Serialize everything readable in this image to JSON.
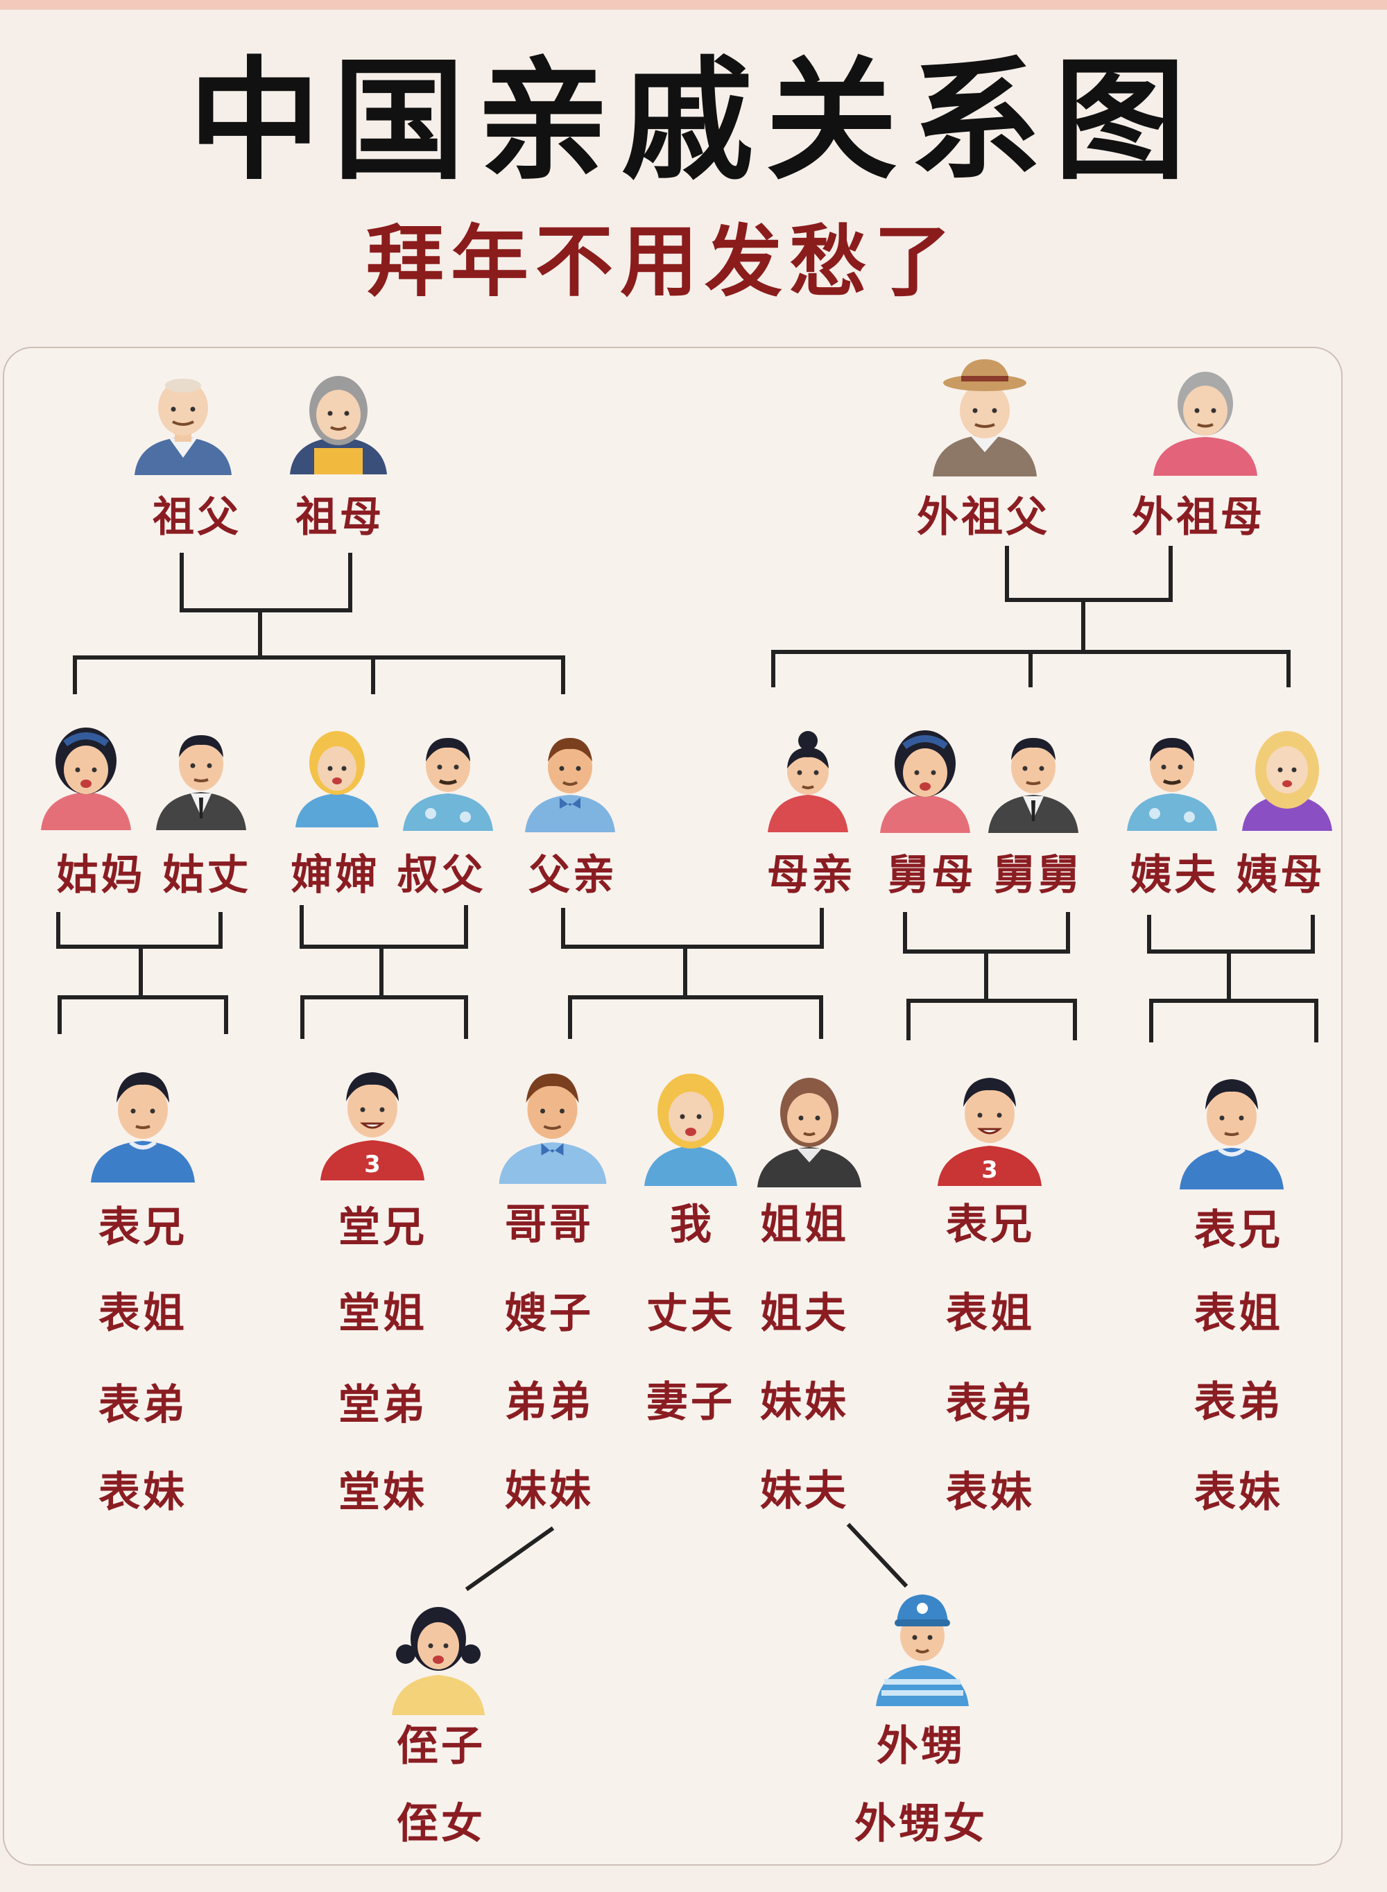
{
  "title": "中国亲戚关系图",
  "subtitle": "拜年不用发愁了",
  "labels": {
    "grandfather": "祖父",
    "grandmother": "祖母",
    "maternal_grandfather": "外祖父",
    "maternal_grandmother": "外祖母",
    "paternal_aunt_pair": "姑妈 姑丈",
    "uncle_pair": "婶婶 叔父",
    "father": "父亲",
    "mother": "母亲",
    "maternal_uncle_pair": "舅母 舅舅",
    "maternal_aunt_pair": "姨夫 姨母",
    "col1": [
      "表兄",
      "表姐",
      "表弟",
      "表妹"
    ],
    "col2": [
      "堂兄",
      "堂姐",
      "堂弟",
      "堂妹"
    ],
    "col3": [
      "哥哥",
      "嫂子",
      "弟弟",
      "妹妹"
    ],
    "col4": [
      "我",
      "丈夫",
      "妻子"
    ],
    "col5": [
      "姐姐",
      "姐夫",
      "妹妹",
      "妹夫"
    ],
    "col6": [
      "表兄",
      "表姐",
      "表弟",
      "表妹"
    ],
    "col7": [
      "表兄",
      "表姐",
      "表弟",
      "表妹"
    ],
    "nephew": "侄子",
    "niece": "侄女",
    "sister_son": "外甥",
    "sister_daughter": "外甥女"
  },
  "colors": {
    "title": "#111111",
    "label": "#8a1d22",
    "line": "#222222",
    "background": "#f6efe9"
  }
}
